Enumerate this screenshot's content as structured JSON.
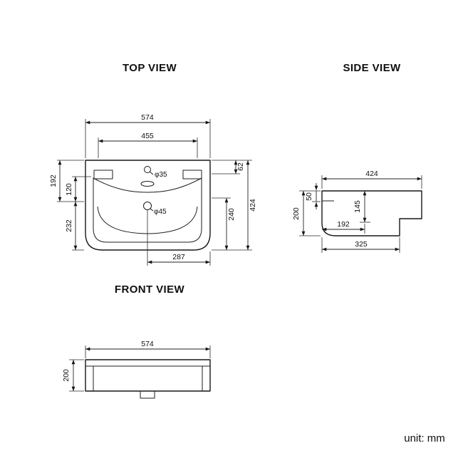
{
  "unit_label": "unit: mm",
  "views": {
    "top": {
      "title": "TOP VIEW",
      "dims": {
        "width_overall": "574",
        "width_inner": "455",
        "deck_depth": "62",
        "depth_overall": "424",
        "bowl_depth": "240",
        "left_upper": "192",
        "left_inner": "120",
        "left_lower": "232",
        "bottom_half": "287",
        "faucet_hole": "φ35",
        "drain_hole": "φ45"
      }
    },
    "side": {
      "title": "SIDE VIEW",
      "dims": {
        "depth_overall": "424",
        "height_overall": "200",
        "front_lip": "50",
        "inner_height": "145",
        "drain_offset": "192",
        "bottom_depth": "325"
      }
    },
    "front": {
      "title": "FRONT VIEW",
      "dims": {
        "width_overall": "574",
        "height_overall": "200"
      }
    }
  }
}
